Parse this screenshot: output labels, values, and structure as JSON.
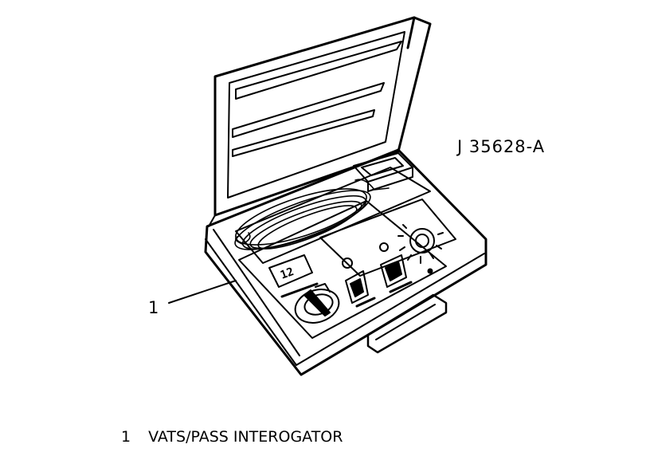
{
  "figure": {
    "id": "J 35628-A",
    "callout_number": "1",
    "display_reading": "12"
  },
  "legend": [
    {
      "number": "1",
      "label": "VATS/PASS INTEROGATOR"
    }
  ]
}
